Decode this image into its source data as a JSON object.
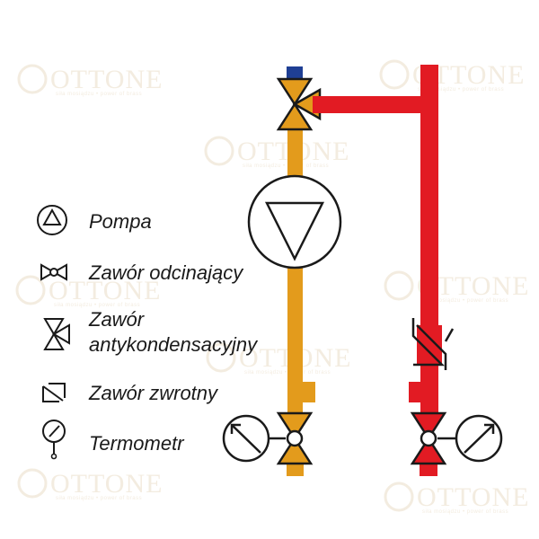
{
  "colors": {
    "hot": "#e21b23",
    "return": "#e39b1c",
    "valve_cap": "#1f3f94",
    "outline": "#1a1a1a",
    "watermark": "#e9dcc6"
  },
  "watermark": {
    "brand": "OTTONE",
    "tagline": "siła mosiądzu • power of brass"
  },
  "legend": [
    {
      "icon": "pump-icon",
      "lines": [
        "Pompa"
      ]
    },
    {
      "icon": "shutoff-valve-icon",
      "lines": [
        "Zawór odcinający"
      ]
    },
    {
      "icon": "anticondensation-valve-icon",
      "lines": [
        "Zawór",
        "antykondensacyjny"
      ]
    },
    {
      "icon": "check-valve-icon",
      "lines": [
        "Zawór zwrotny"
      ]
    },
    {
      "icon": "thermometer-icon",
      "lines": [
        "Termometr"
      ]
    }
  ]
}
